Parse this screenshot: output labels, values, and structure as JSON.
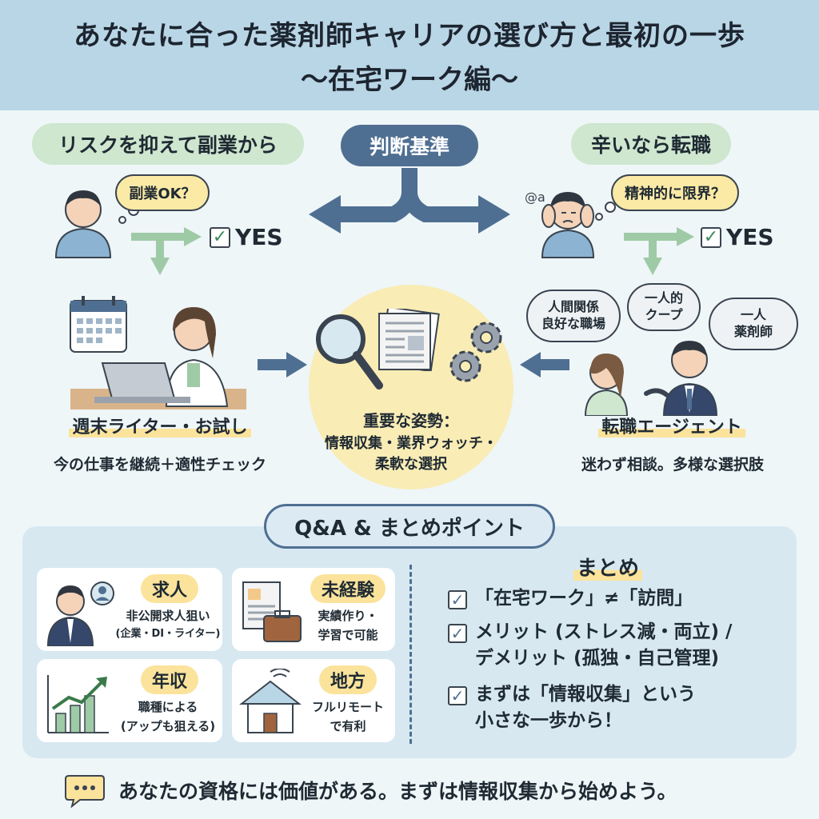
{
  "header": {
    "title_line1": "あなたに合った薬剤師キャリアの選び方と最初の一歩",
    "title_line2": "〜在宅ワーク編〜"
  },
  "decision": {
    "left_pill": "リスクを抑えて副業から",
    "center_pill": "判断基準",
    "right_pill": "辛いなら転職"
  },
  "left": {
    "question": "副業OK？",
    "yes": "YES",
    "title": "週末ライター・お試し",
    "subtitle": "今の仕事を継続＋適性チェック"
  },
  "right": {
    "question": "精神的に限界？",
    "yes": "YES",
    "cloud1": "人間関係\n良好な職場",
    "cloud2": "一人的\nクープ",
    "cloud3": "一人\n薬剤師",
    "title": "転職エージェント",
    "subtitle": "迷わず相談。多様な選択肢"
  },
  "center": {
    "title": "重要な姿勢：",
    "line1": "情報収集・業界ウォッチ・",
    "line2": "柔軟な選択"
  },
  "qa": {
    "pill": "Q&A & まとめポイント",
    "cards": [
      {
        "tag": "求人",
        "line1": "非公開求人狙い",
        "line2": "(企業・DI・ライター)"
      },
      {
        "tag": "未経験",
        "line1": "実績作り・",
        "line2": "学習で可能"
      },
      {
        "tag": "年収",
        "line1": "職種による",
        "line2": "(アップも狙える)"
      },
      {
        "tag": "地方",
        "line1": "フルリモート",
        "line2": "で有利"
      }
    ],
    "summary_title": "まとめ",
    "summary": [
      "「在宅ワーク」≠「訪問」",
      "メリット (ストレス減・両立) /\nデメリット (孤独・自己管理)",
      "まずは「情報収集」という\n小さな一歩から！"
    ]
  },
  "footer": {
    "message": "あなたの資格には価値がある。まずは情報収集から始めよう。"
  },
  "colors": {
    "header_bg": "#b9d6e6",
    "accent_navy": "#4f6f92",
    "pill_green": "#cfe6cf",
    "highlight_yellow": "#fbe39c"
  }
}
